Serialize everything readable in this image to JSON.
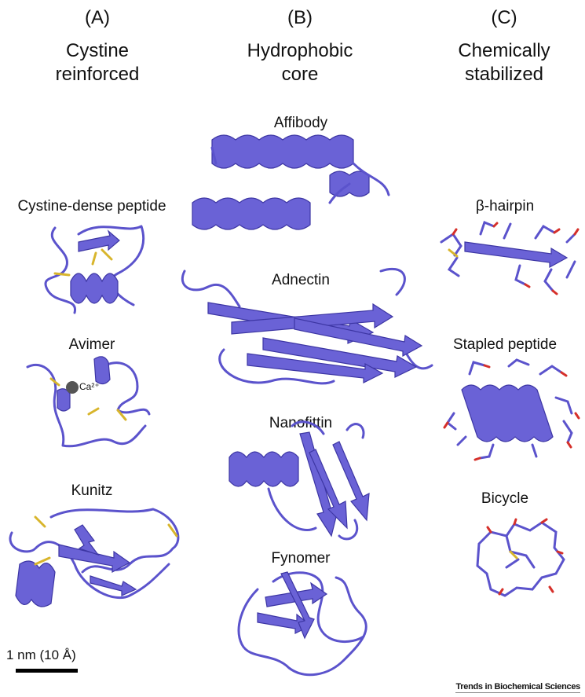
{
  "columns": [
    {
      "letter": "(A)",
      "title": "Cystine\nreinforced"
    },
    {
      "letter": "(B)",
      "title": "Hydrophobic\ncore"
    },
    {
      "letter": "(C)",
      "title": "Chemically\nstabilized"
    }
  ],
  "structures": {
    "cystine_dense": "Cystine-dense peptide",
    "avimer": "Avimer",
    "calcium_label": "Ca²⁺",
    "kunitz": "Kunitz",
    "affibody": "Affibody",
    "adnectin": "Adnectin",
    "nanofittin": "Nanofittin",
    "fynomer": "Fynomer",
    "beta_hairpin": "β-hairpin",
    "stapled_peptide": "Stapled peptide",
    "bicycle": "Bicycle"
  },
  "scale_bar": {
    "label": "1 nm (10 Å)"
  },
  "footer": {
    "journal": "Trends in Biochemical Sciences"
  },
  "colors": {
    "protein": "#5b53cc",
    "disulfide": "#d8b52c",
    "oxygen": "#d6302a",
    "calcium": "#555555"
  }
}
